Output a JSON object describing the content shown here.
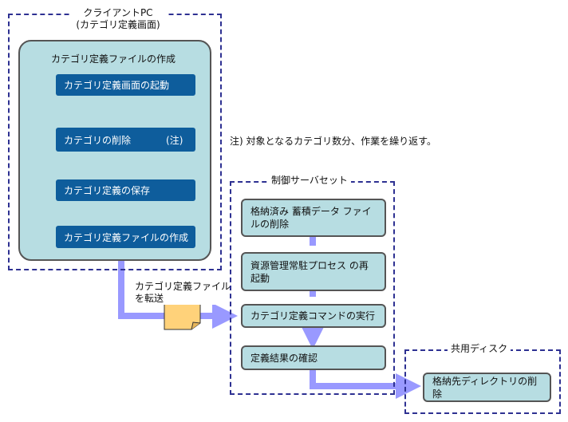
{
  "client": {
    "group_title_line1": "クライアントPC",
    "group_title_line2": "(カテゴリ定義画面)",
    "panel_title": "カテゴリ定義ファイルの作成",
    "steps": [
      "カテゴリ定義画面の起動",
      "カテゴリの削除",
      "カテゴリ定義の保存",
      "カテゴリ定義ファイルの作成"
    ],
    "delete_note_mark": "(注)"
  },
  "note": "注)  対象となるカテゴリ数分、作業を繰り返す。",
  "transfer": {
    "line1": "カテゴリ定義ファイル",
    "line2": "を転送"
  },
  "server": {
    "group_title": "制御サーバセット",
    "steps": [
      "格納済み 蓄積データ ファイルの削除",
      "資源管理常駐プロセス の再起動",
      "カテゴリ定義コマンドの実行",
      "定義結果の確認"
    ]
  },
  "disk": {
    "group_title": "共用ディスク",
    "step": "格納先ディレクトリの削除"
  },
  "colors": {
    "dash_border": "#2e3192",
    "panel_fill": "#b7dde2",
    "step_fill": "#0e5d9c",
    "arrow": "#9999ff",
    "file_icon": "#ffd27a"
  }
}
